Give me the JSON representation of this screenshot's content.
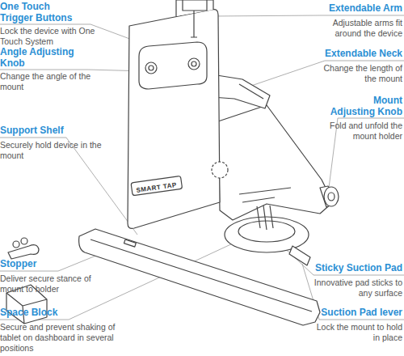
{
  "diagram": {
    "labels": [
      "One Touch Trigger Buttons",
      "Lock the device with One Touch System",
      "Angle Adjusting Knob",
      "Change the angle of the mount",
      "Support Shelf",
      "Securely hold device in the mount",
      "Stopper",
      "Deliver secure stance of mount to holder",
      "Space Block",
      "Secure and prevent shaking of tablet on dashboard in several positions",
      "Extendable Arm",
      "Adjustable arms fit around the device",
      "Extendable Neck",
      "Change the length of the mount",
      "Mount Adjusting Knob",
      "Fold and unfold the mount holder",
      "Sticky Suction Pad",
      "Innovative pad sticks to any surface",
      "Suction Pad lever",
      "Lock the mount to hold in place",
      "SMART TAP"
    ]
  }
}
